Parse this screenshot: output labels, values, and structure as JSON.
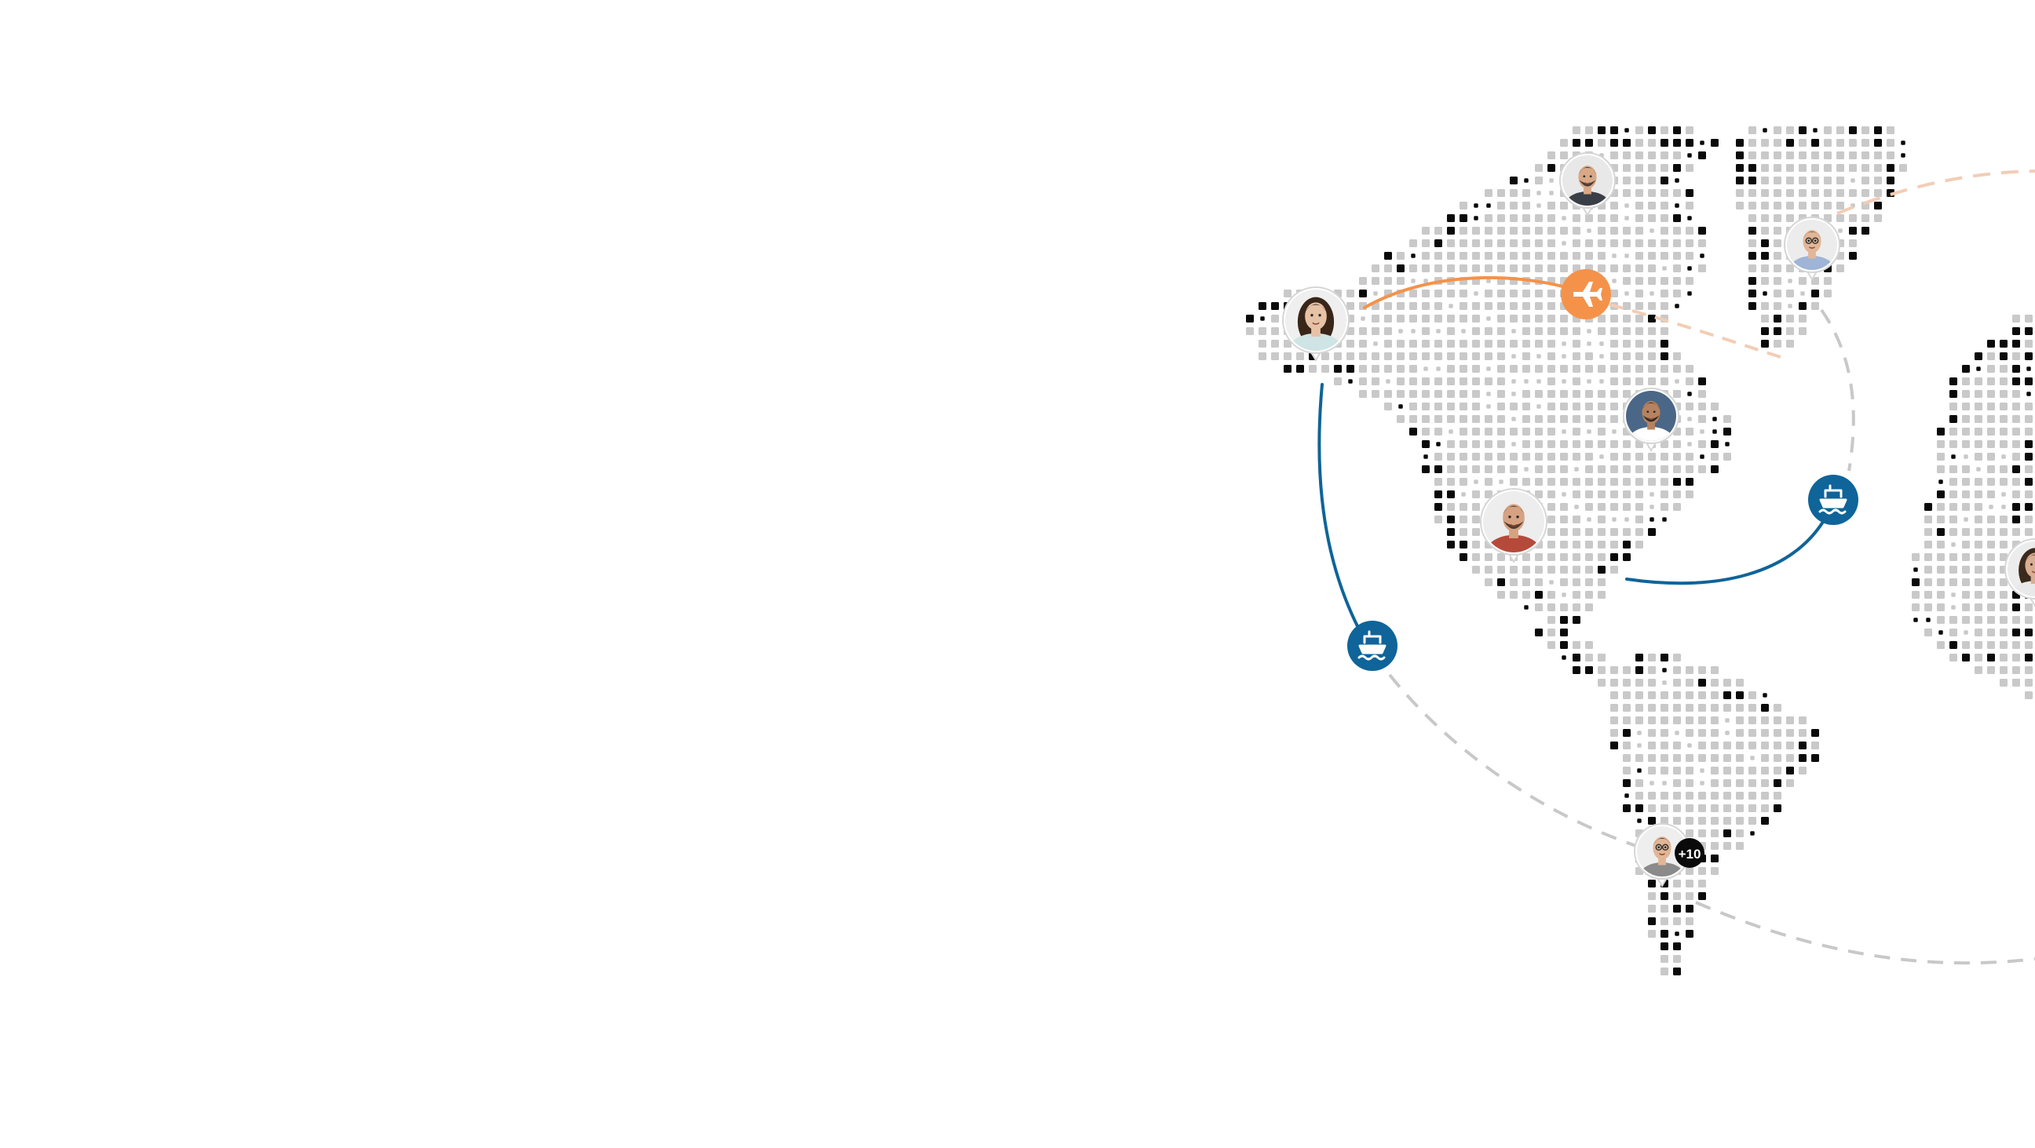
{
  "colors": {
    "background": "#ffffff",
    "dot_land": "#c9c9c9",
    "dot_highlight": "#0a0a0a",
    "route_air": "#f5924a",
    "route_air_faded": "#f2cdb5",
    "route_sea": "#0f6499",
    "route_dashed": "#c8c8c8",
    "pin_border": "#d6d6d6",
    "badge_bg": "#0a0a0a",
    "badge_text": "#ffffff"
  },
  "icons": {
    "air": "airplane-icon",
    "sea": "ship-icon"
  },
  "team_badge": {
    "label": "+10"
  },
  "avatars": [
    {
      "id": "man-suit-north"
    },
    {
      "id": "woman-glasses-northeast"
    },
    {
      "id": "woman-long-hair-west"
    },
    {
      "id": "man-smiling-center"
    },
    {
      "id": "man-beard-south"
    },
    {
      "id": "person-edge-east"
    },
    {
      "id": "man-glasses-south-america"
    }
  ]
}
